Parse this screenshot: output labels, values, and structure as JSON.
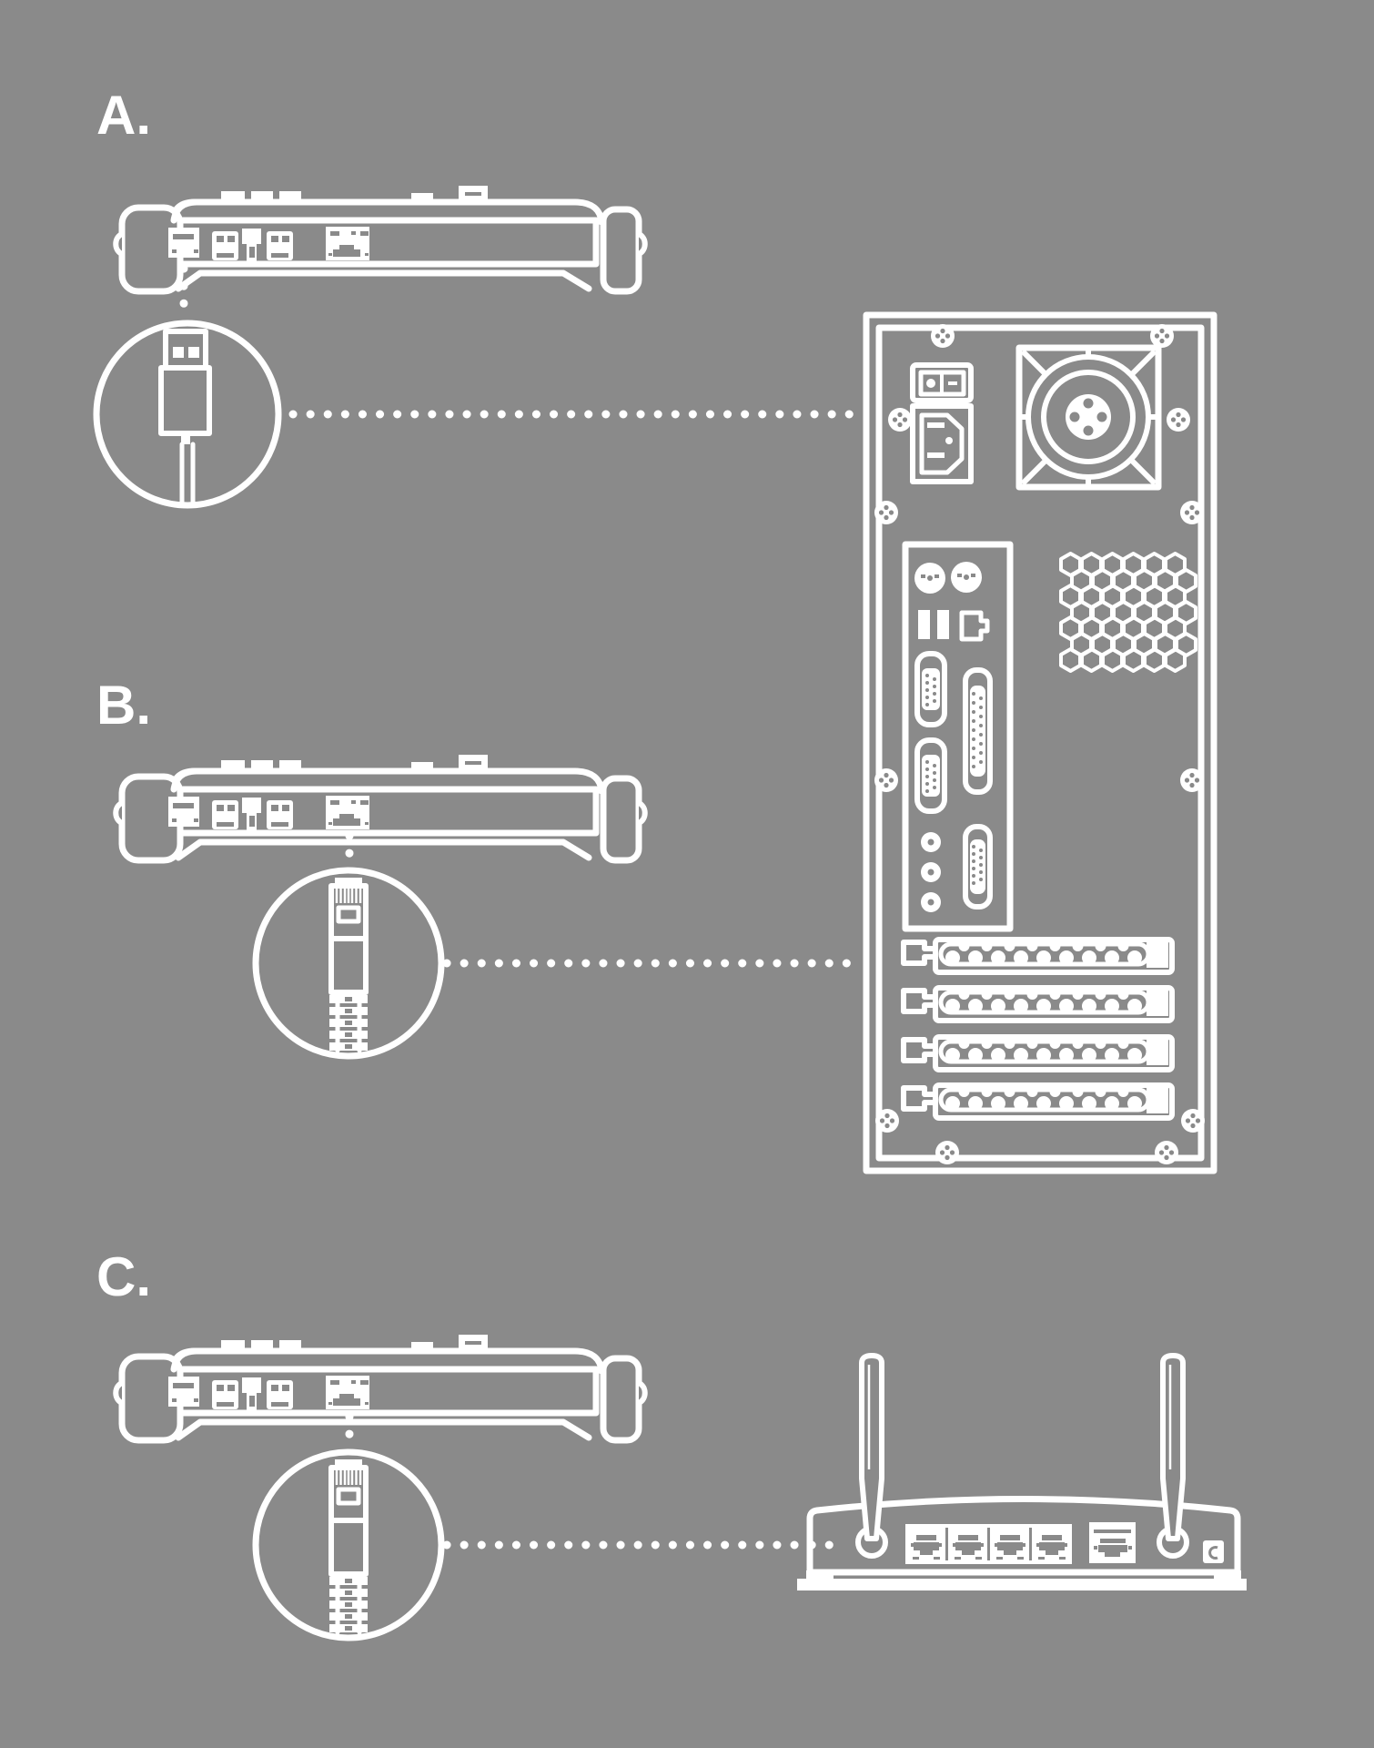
{
  "page": {
    "background_color": "#8a8a8a",
    "line_color": "#ffffff"
  },
  "sections": [
    {
      "label": "A."
    },
    {
      "label": "B."
    },
    {
      "label": "C."
    }
  ]
}
